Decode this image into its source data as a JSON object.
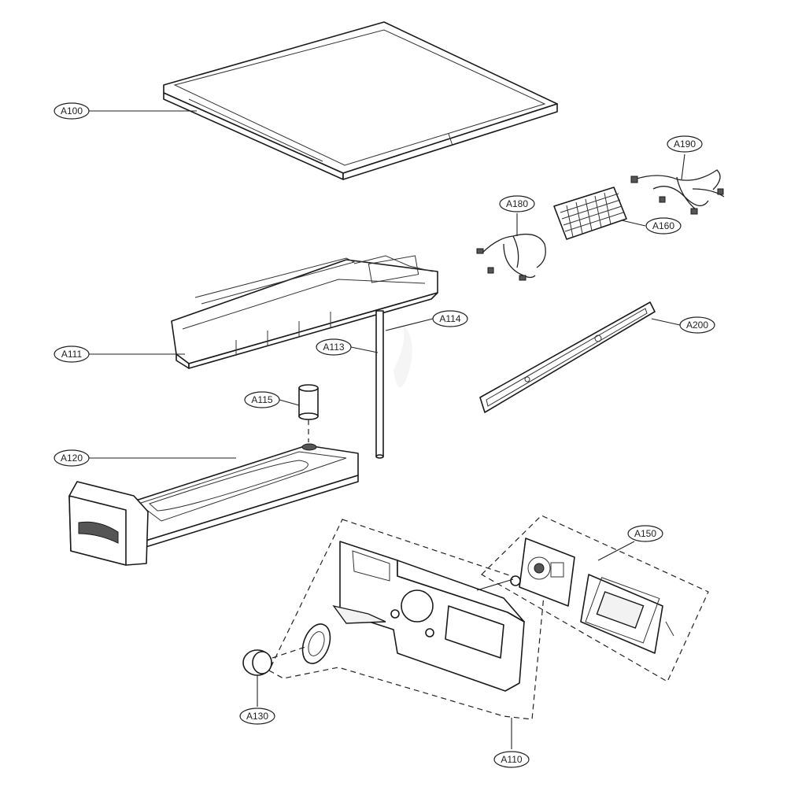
{
  "callouts": [
    {
      "id": "a100",
      "label": "A100"
    },
    {
      "id": "a111",
      "label": "A111"
    },
    {
      "id": "a113",
      "label": "A113"
    },
    {
      "id": "a114",
      "label": "A114"
    },
    {
      "id": "a115",
      "label": "A115"
    },
    {
      "id": "a120",
      "label": "A120"
    },
    {
      "id": "a130",
      "label": "A130"
    },
    {
      "id": "a110",
      "label": "A110"
    },
    {
      "id": "a150",
      "label": "A150"
    },
    {
      "id": "a160",
      "label": "A160"
    },
    {
      "id": "a180",
      "label": "A180"
    },
    {
      "id": "a190",
      "label": "A190"
    },
    {
      "id": "a200",
      "label": "A200"
    }
  ],
  "colors": {
    "line": "#1a1a1a",
    "background": "#ffffff"
  }
}
